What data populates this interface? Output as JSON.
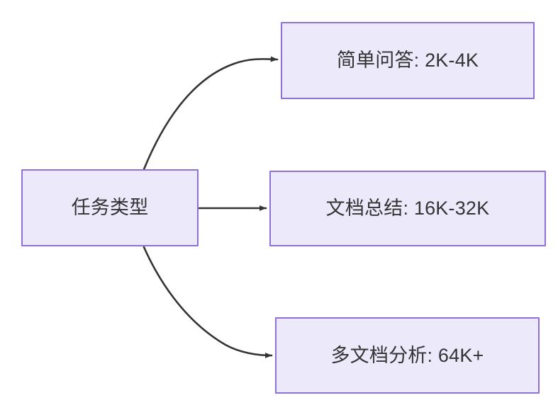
{
  "diagram": {
    "type": "flowchart",
    "direction": "left-to-right",
    "background_color": "#ffffff",
    "node_fill_color": "#ece9fb",
    "node_border_color": "#8f70d6",
    "node_text_color": "#333333",
    "edge_color": "#333333",
    "nodes": [
      {
        "id": "source",
        "label": "任务类型",
        "role": "root"
      },
      {
        "id": "simple_qa",
        "label": "简单问答: 2K-4K",
        "role": "leaf"
      },
      {
        "id": "doc_summary",
        "label": "文档总结: 16K-32K",
        "role": "leaf"
      },
      {
        "id": "multi_doc",
        "label": "多文档分析: 64K+",
        "role": "leaf"
      }
    ],
    "edges": [
      {
        "from": "source",
        "to": "simple_qa",
        "style": "curved",
        "arrowhead": "filled-triangle",
        "label": ""
      },
      {
        "from": "source",
        "to": "doc_summary",
        "style": "straight",
        "arrowhead": "filled-triangle",
        "label": ""
      },
      {
        "from": "source",
        "to": "multi_doc",
        "style": "curved",
        "arrowhead": "filled-triangle",
        "label": ""
      }
    ]
  }
}
